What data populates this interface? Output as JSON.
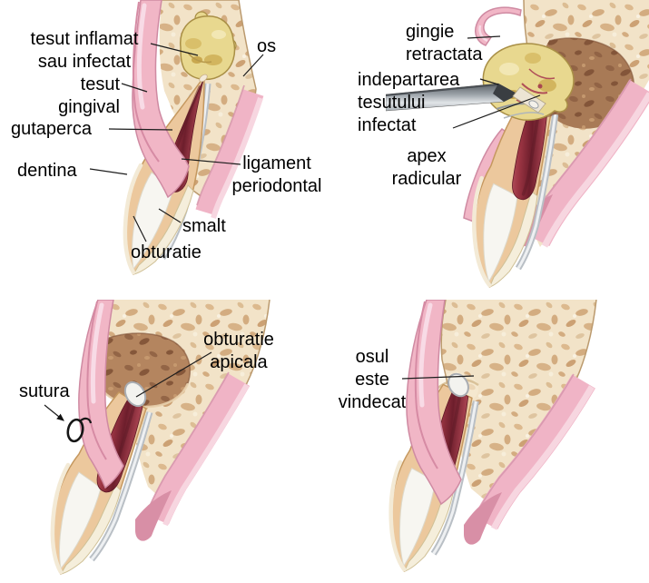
{
  "figure_type": "dental apicoectomy four-stage illustration",
  "background": "#ffffff",
  "text_color": "#000000",
  "colors": {
    "gum_pink": "#f1b6c6",
    "gum_dark_pink": "#d68ba4",
    "gum_highlight": "#f8dbe6",
    "gum_deep": "#d88fa6",
    "bone_base": "#f2e3c8",
    "bone_speckle": "#cfa678",
    "bone_outline": "#bb9a6e",
    "cavity_base": "#b4855f",
    "cavity_dark": "#7d4f34",
    "dentin": "#ecc89d",
    "dentin_outline": "#c5985f",
    "gutta_percha_dark": "#6d1e2c",
    "gutta_percha_light": "#c96d77",
    "enamel": "#f5eedb",
    "filling_white": "#f7f6f1",
    "ligament_gray": "#b9bfc5",
    "infected_tissue": "#e8d88f",
    "infected_tissue_dark": "#c9ab58",
    "instrument_gray": "#9ba2a8",
    "suture_black": "#161616",
    "leader_line": "#1c1c1c"
  },
  "panel1": {
    "inflamed": "tesut inflamat\nsau infectat",
    "os": "os",
    "gingival": "tesut\ngingival",
    "gutaperca": "gutaperca",
    "dentina": "dentina",
    "ligament": "ligament\nperiodontal",
    "smalt": "smalt",
    "obturatie": "obturatie"
  },
  "panel2": {
    "gingie": "gingie\nretractata",
    "indepartarea": "indepartarea\ntesutului\ninfectat",
    "apex": "apex\nradicular"
  },
  "panel3": {
    "obturatie_apicala": "obturatie\napicala",
    "sutura": "sutura"
  },
  "panel4": {
    "osul": "osul\neste\nvindecat"
  }
}
